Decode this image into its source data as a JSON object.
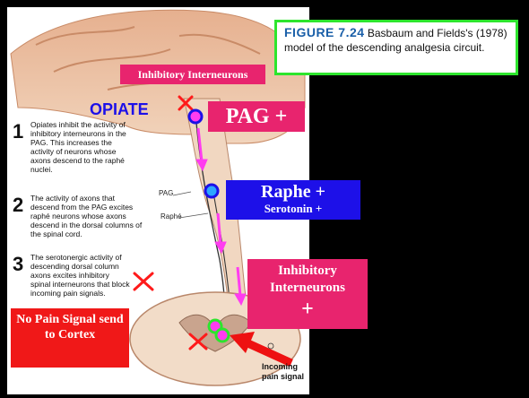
{
  "caption": {
    "figure_label": "FIGURE 7.24",
    "text": "Basbaum and Fields's (1978) model of the descending analgesia circuit."
  },
  "labels": {
    "inhibitory_interneurons_top": "Inhibitory Interneurons",
    "opiate": "OPIATE",
    "pag": "PAG +",
    "raphe": "Raphe +",
    "serotonin": "Serotonin +",
    "inhibitory_interneurons_right": "Inhibitory Interneurons",
    "plus": "+",
    "no_pain": "No Pain Signal send to Cortex",
    "incoming": "Incoming pain signal",
    "pag_small": "PAG",
    "raphe_small": "Raphé"
  },
  "steps": [
    {
      "number": "1",
      "text": "Opiates inhibit the activity of inhibitory interneurons in the PAG. This increases the activity of neurons whose axons descend to the raphé nuclei."
    },
    {
      "number": "2",
      "text": "The activity of axons that descend from the PAG excites raphé neurons whose axons descend in the dorsal columns of the spinal cord."
    },
    {
      "number": "3",
      "text": "The serotonergic activity of descending dorsal column axons excites inhibitory spinal interneurons that block incoming pain signals."
    }
  ],
  "colors": {
    "background": "#000000",
    "caption_border": "#2de52d",
    "pink_label": "#e8246e",
    "blue_label": "#1d10e8",
    "red_label": "#f01818",
    "arrow_magenta": "#ff3cf0",
    "cross_red": "#ff1a1a"
  },
  "icons": [
    "red-x-icon",
    "magenta-down-arrow-icon",
    "red-arrow-icon",
    "neuron-circle-icon"
  ]
}
